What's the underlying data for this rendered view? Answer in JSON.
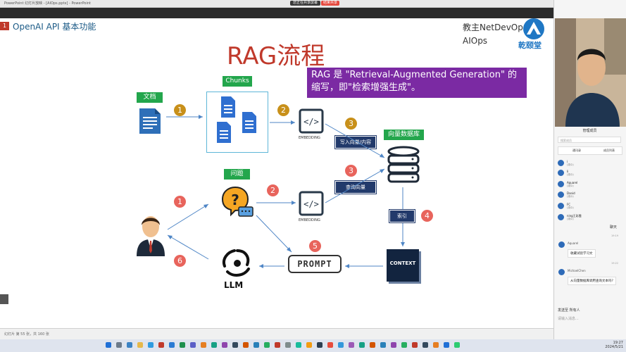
{
  "window": {
    "title": "PowerPoint 幻灯片放映 - [AIOps.pptx] - PowerPoint",
    "share_status": "您正在共享屏幕",
    "stop_share": "结束共享"
  },
  "slide": {
    "number": "1",
    "header": "OpenAI API 基本功能",
    "title": "RAG流程",
    "brand_line1": "教主NetDevOps",
    "brand_line2": "AIOps",
    "brand_logo_text": "乾颐堂",
    "note": "RAG 是 \"Retrieval-Augmented Generation\" 的缩写，即\"检索增强生成\"。",
    "labels": {
      "doc": "文档",
      "chunks": "Chunks",
      "vector_db": "向量数据库",
      "question": "问题"
    },
    "steps_gold": [
      "1",
      "2",
      "3"
    ],
    "steps_red": [
      "1",
      "2",
      "3",
      "4",
      "5",
      "6"
    ],
    "boxes": {
      "write": "写入向量/内容",
      "query": "查询向量",
      "index": "索引"
    },
    "embedding_label": "EMBEDDING",
    "prompt_label": "PROMPT",
    "context_label": "CONTEXT",
    "llm_label": "LLM"
  },
  "status_bar": "幻灯片 第 55 张，共 160 张",
  "panel": {
    "title": "管理成员",
    "search_ph": "搜索成员",
    "tabs": [
      "通讯录",
      "成员列表"
    ],
    "members": [
      {
        "name": "i",
        "sub": "(观众)"
      },
      {
        "name": "li",
        "sub": "(观众)"
      },
      {
        "name": "Aquarel",
        "sub": "(观众)"
      },
      {
        "name": "Danid",
        "sub": "(观众)"
      },
      {
        "name": "FC",
        "sub": "(观众)"
      },
      {
        "name": "ning王彩霞",
        "sub": "(观众)"
      }
    ],
    "chat_header": "聊天",
    "chat": [
      {
        "time": "19:19",
        "name": "Aquarel",
        "msg": "收藏试验学习文"
      },
      {
        "time": "19:22",
        "name": "MichaelChen",
        "msg": "从向量数据库调用查询文本吗?"
      }
    ],
    "send_to": "发送至 所有人",
    "input_ph": "请输入消息..."
  },
  "clock": {
    "time": "19:27",
    "date": "2024/5/21"
  },
  "colors": {
    "title_red": "#c0392b",
    "note_purple": "#7b2aa3",
    "green": "#23a64c",
    "gold": "#c8901a",
    "red_step": "#e8645c",
    "navy": "#223a6b"
  }
}
